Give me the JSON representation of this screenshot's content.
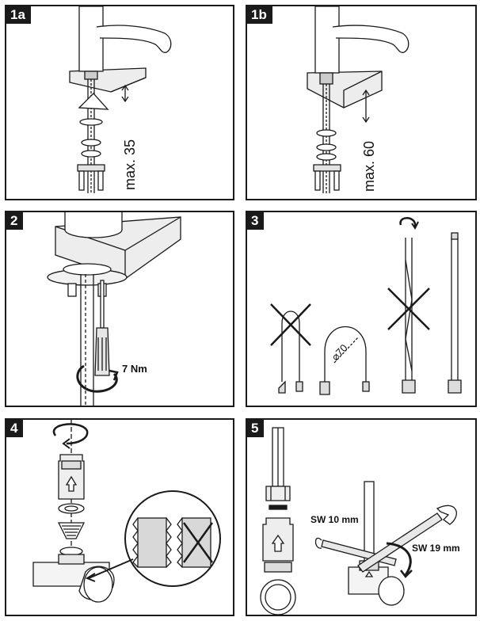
{
  "steps": [
    {
      "number": "1a",
      "label": "max. 35"
    },
    {
      "number": "1b",
      "label": "max. 60"
    },
    {
      "number": "2",
      "label": "7 Nm"
    },
    {
      "number": "3",
      "label": "⌀70"
    },
    {
      "number": "4"
    },
    {
      "number": "5",
      "label_small_wrench": "SW 10 mm",
      "label_large_wrench": "SW 19 mm"
    }
  ]
}
